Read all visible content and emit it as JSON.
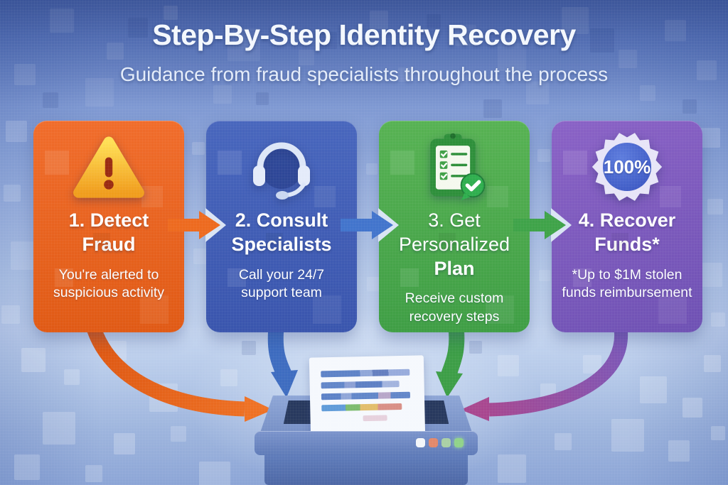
{
  "header": {
    "title": "Step-By-Step Identity Recovery",
    "subtitle": "Guidance from fraud specialists throughout the process"
  },
  "cards": [
    {
      "id": "detect-fraud",
      "icon": "warning-triangle-icon",
      "title": "1. Detect Fraud",
      "desc": "You're alerted to suspicious activity",
      "color": "#e7611d"
    },
    {
      "id": "consult-specialists",
      "icon": "headset-icon",
      "title": "2. Consult Specialists",
      "desc": "Call your 24/7 support team",
      "color": "#4161b8"
    },
    {
      "id": "personalized-plan",
      "icon": "clipboard-checklist-icon",
      "title_main": "3. Get Personalized",
      "title_strong": "Plan",
      "desc": "Receive custom recovery steps",
      "color": "#4aa84c"
    },
    {
      "id": "recover-funds",
      "icon": "badge-100-percent-icon",
      "badge_label": "100%",
      "title": "4. Recover Funds*",
      "desc": "*Up to $1M stolen funds reimbursement",
      "color": "#7b5bbd"
    }
  ],
  "connectors": {
    "step1_to_step2": "#ed6a1f",
    "step2_to_step3": "#4274cc",
    "step3_to_step4": "#3fa349",
    "step1_to_report": "#e66a1f",
    "step2_to_report": "#3e6cc0",
    "step3_to_report": "#3d9e47",
    "step4_to_report": "#a8478f"
  },
  "printer": {
    "status_lights": [
      "#f3f5f9",
      "#e2886b",
      "#a9cfa5",
      "#90d289"
    ]
  }
}
